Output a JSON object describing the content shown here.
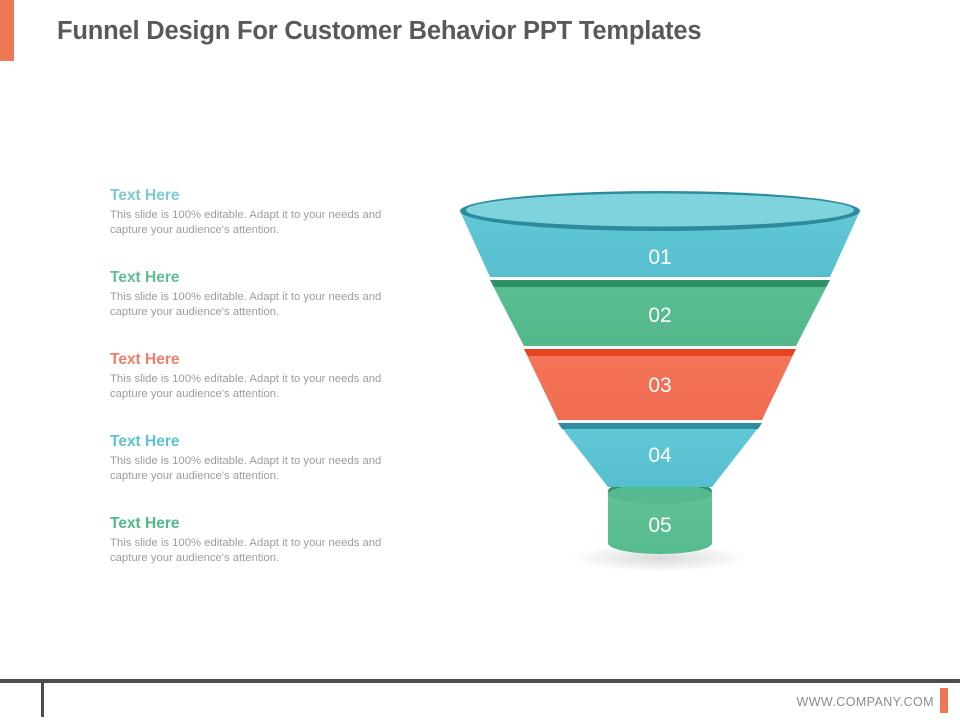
{
  "header": {
    "title": "Funnel Design For Customer Behavior PPT Templates",
    "accent_color": "#ee7856",
    "title_color": "#595959"
  },
  "text_column": {
    "blocks": [
      {
        "title": "Text Here",
        "body": "This slide is 100% editable. Adapt it to your needs and capture your audience's attention.",
        "color": "#7fc9d3"
      },
      {
        "title": "Text Here",
        "body": "This slide is 100% editable. Adapt it to your needs and capture your audience's attention.",
        "color": "#61bd93"
      },
      {
        "title": "Text Here",
        "body": "This slide is 100% editable. Adapt it to your needs and capture your audience's attention.",
        "color": "#ef7f66"
      },
      {
        "title": "Text Here",
        "body": "This slide is 100% editable. Adapt it to your needs and capture your audience's attention.",
        "color": "#5cc2d1"
      },
      {
        "title": "Text Here",
        "body": "This slide is 100% editable. Adapt it to your needs and capture your audience's attention.",
        "color": "#4fb98b"
      }
    ]
  },
  "chart_data": {
    "type": "funnel",
    "title": "",
    "orientation": "vertical",
    "stages": [
      {
        "label": "01",
        "color": "#5cc4d3",
        "rim_color": "#2d8b9c",
        "top_width": 400,
        "bottom_width": 302,
        "height": 88
      },
      {
        "label": "02",
        "color": "#55ba8e",
        "rim_color": "#2f8f65",
        "top_width": 302,
        "bottom_width": 232,
        "height": 68
      },
      {
        "label": "03",
        "color": "#f27055",
        "rim_color": "#e2421d",
        "top_width": 232,
        "bottom_width": 163,
        "height": 68
      },
      {
        "label": "04",
        "color": "#5cc4d3",
        "rim_color": "#2d8b9c",
        "top_width": 163,
        "bottom_width": 103,
        "height": 64
      },
      {
        "label": "05",
        "color": "#5cbd92",
        "rim_color": "#2f8f65",
        "top_width": 103,
        "bottom_width": 103,
        "height": 52
      }
    ],
    "label_color": "#ffffff",
    "top_cap_color": "#7fd3dd"
  },
  "footer": {
    "url": "WWW.COMPANY.COM",
    "rule_color": "#4f4c4c",
    "accent_color": "#ee7856"
  }
}
